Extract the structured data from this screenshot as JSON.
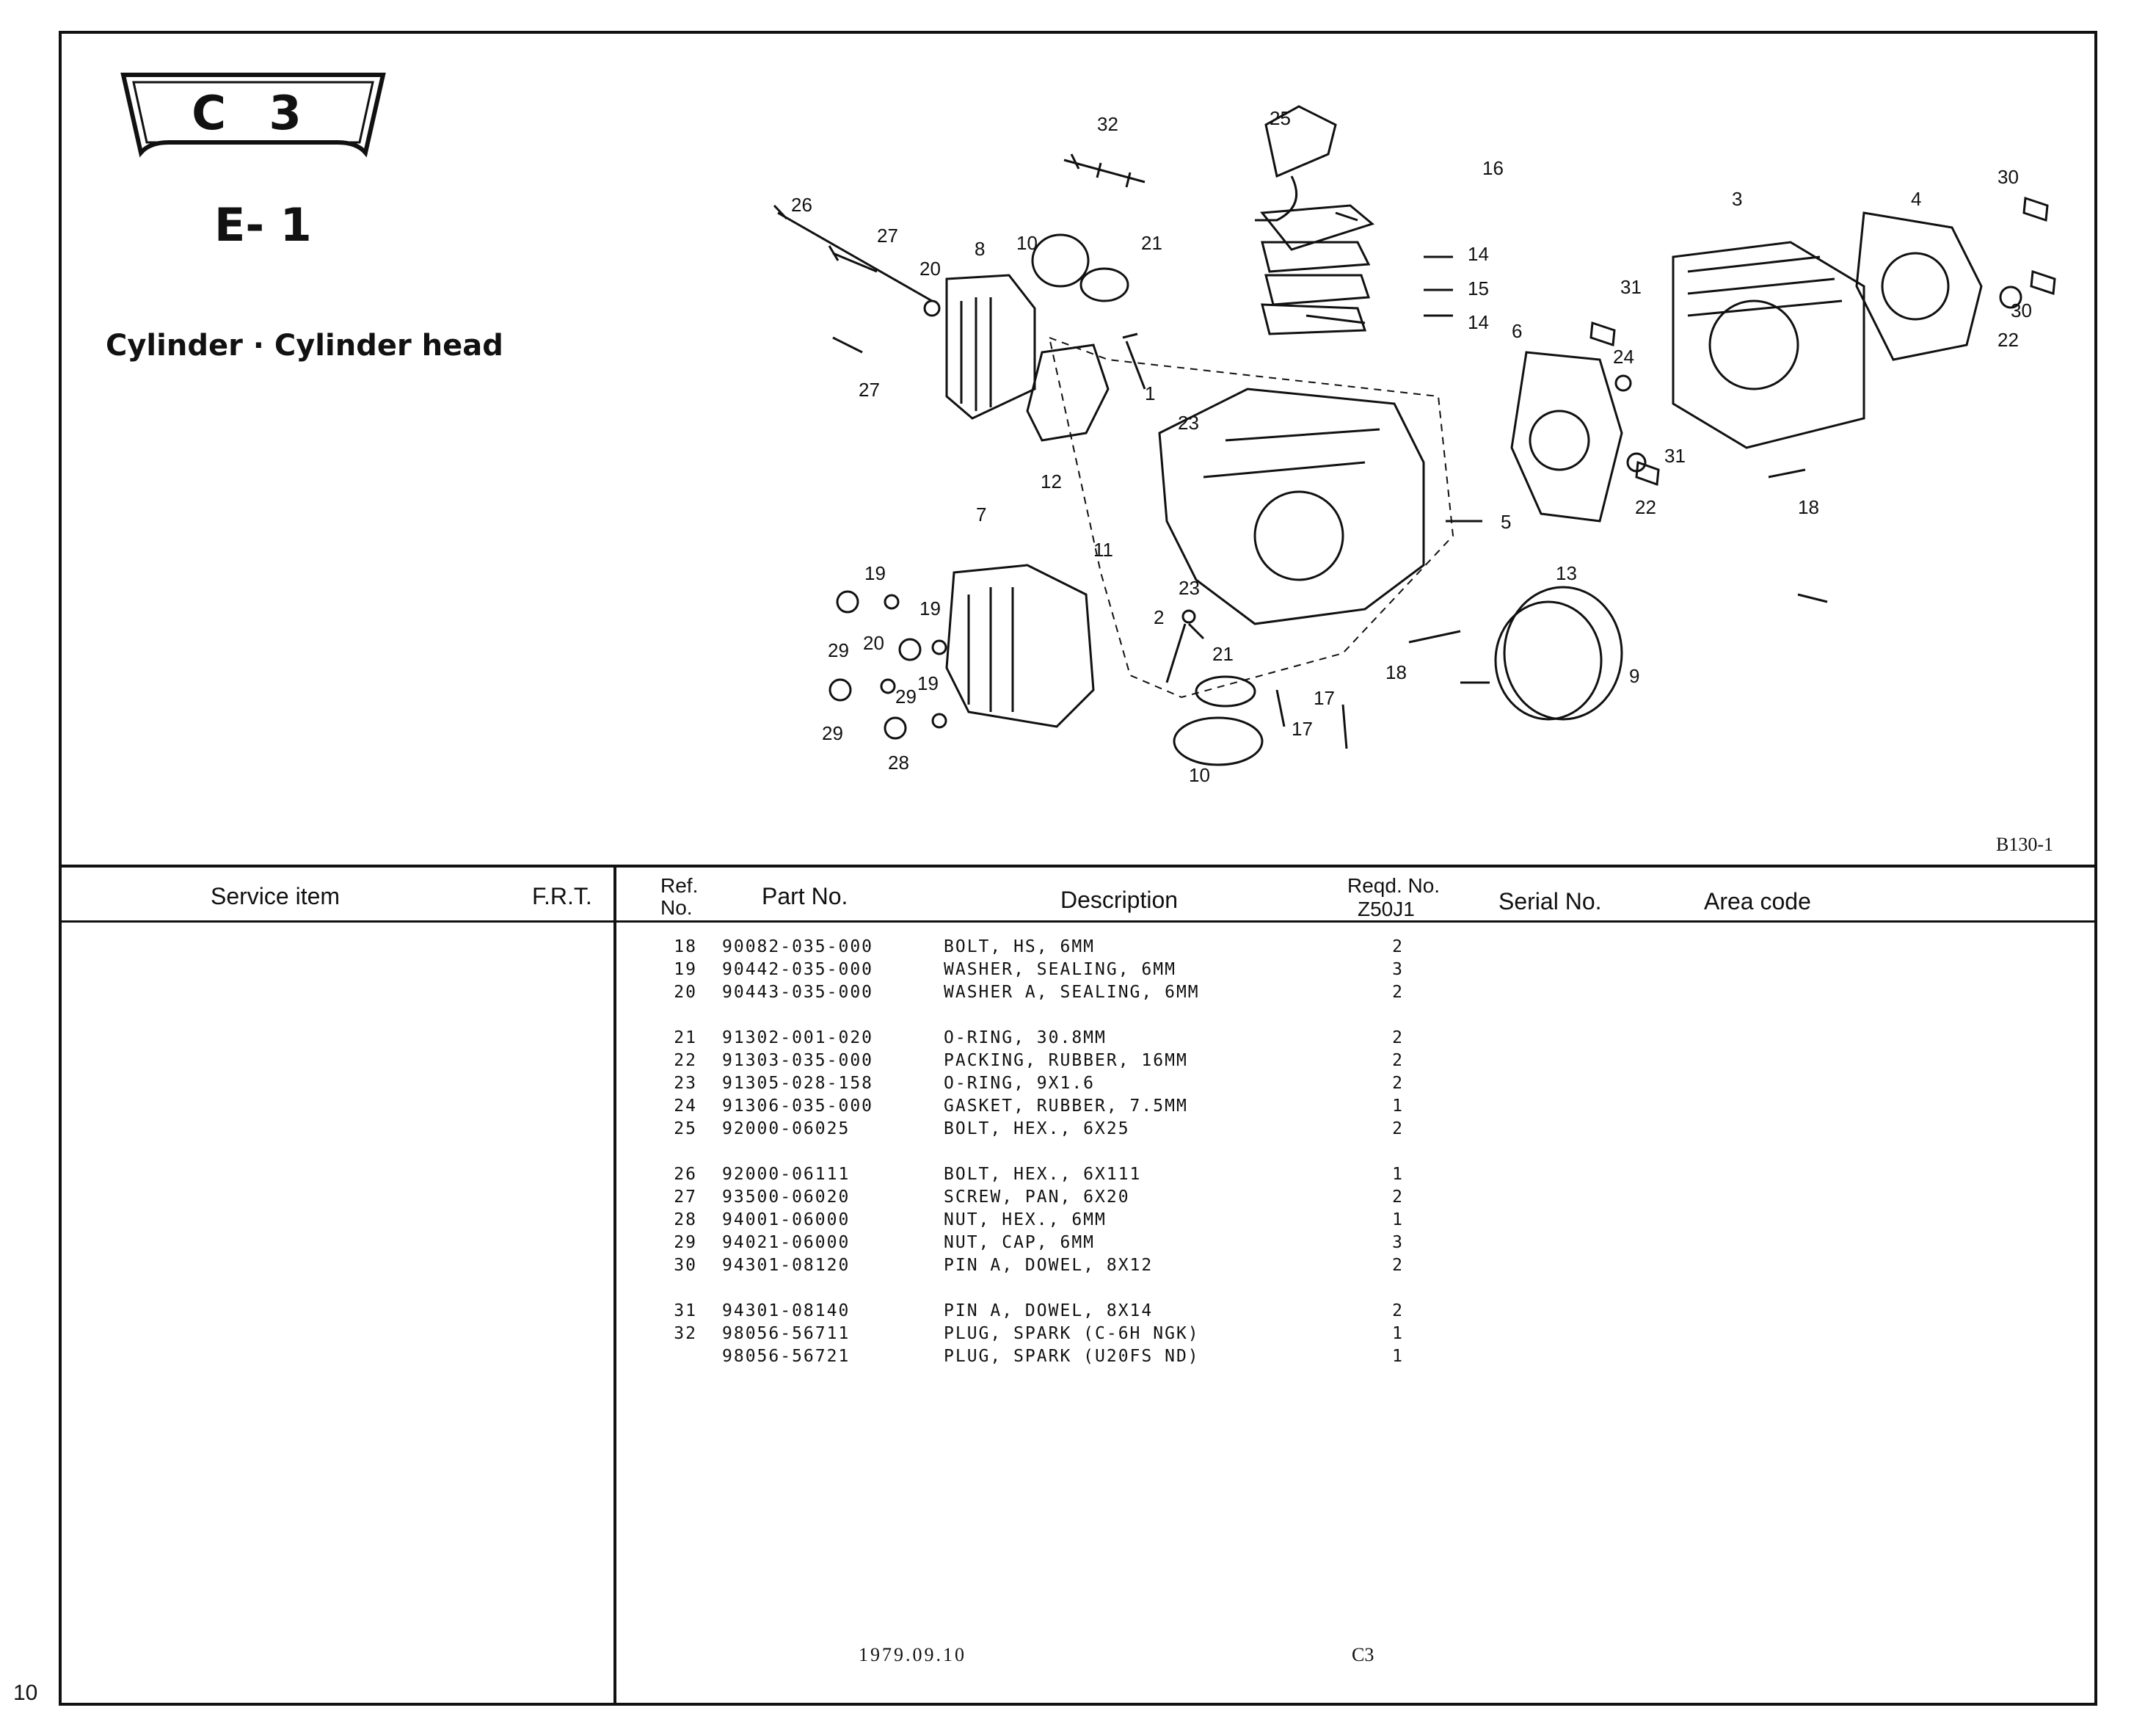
{
  "badge": {
    "text": "C 3"
  },
  "section": {
    "code": "E- 1",
    "title": "Cylinder · Cylinder head"
  },
  "figure": {
    "code": "B130-1",
    "callouts": [
      "32",
      "25",
      "16",
      "30",
      "3",
      "4",
      "26",
      "27",
      "20",
      "8",
      "10",
      "21",
      "14",
      "15",
      "14",
      "31",
      "6",
      "24",
      "30",
      "22",
      "1",
      "23",
      "27",
      "12",
      "5",
      "22",
      "31",
      "18",
      "7",
      "11",
      "13",
      "19",
      "23",
      "19",
      "2",
      "21",
      "9",
      "29",
      "20",
      "18",
      "29",
      "19",
      "17",
      "17",
      "29",
      "28",
      "10"
    ]
  },
  "table": {
    "headers": {
      "service_item": "Service item",
      "frt": "F.R.T.",
      "ref_no": "Ref.\nNo.",
      "part_no": "Part No.",
      "description": "Description",
      "reqd_no": "Reqd. No.",
      "model": "Z50J1",
      "serial_no": "Serial No.",
      "area_code": "Area code"
    },
    "rows": [
      {
        "ref": "18",
        "part": "90082-035-000",
        "desc": "BOLT, HS, 6MM",
        "qty": "2"
      },
      {
        "ref": "19",
        "part": "90442-035-000",
        "desc": "WASHER, SEALING, 6MM",
        "qty": "3"
      },
      {
        "ref": "20",
        "part": "90443-035-000",
        "desc": "WASHER A, SEALING, 6MM",
        "qty": "2"
      },
      {
        "ref": "21",
        "part": "91302-001-020",
        "desc": "O-RING, 30.8MM",
        "qty": "2",
        "gap": true
      },
      {
        "ref": "22",
        "part": "91303-035-000",
        "desc": "PACKING, RUBBER, 16MM",
        "qty": "2"
      },
      {
        "ref": "23",
        "part": "91305-028-158",
        "desc": "O-RING, 9X1.6",
        "qty": "2"
      },
      {
        "ref": "24",
        "part": "91306-035-000",
        "desc": "GASKET, RUBBER, 7.5MM",
        "qty": "1"
      },
      {
        "ref": "25",
        "part": "92000-06025",
        "desc": "BOLT, HEX., 6X25",
        "qty": "2"
      },
      {
        "ref": "26",
        "part": "92000-06111",
        "desc": "BOLT, HEX., 6X111",
        "qty": "1",
        "gap": true
      },
      {
        "ref": "27",
        "part": "93500-06020",
        "desc": "SCREW, PAN, 6X20",
        "qty": "2"
      },
      {
        "ref": "28",
        "part": "94001-06000",
        "desc": "NUT, HEX., 6MM",
        "qty": "1"
      },
      {
        "ref": "29",
        "part": "94021-06000",
        "desc": "NUT, CAP, 6MM",
        "qty": "3"
      },
      {
        "ref": "30",
        "part": "94301-08120",
        "desc": "PIN A, DOWEL, 8X12",
        "qty": "2"
      },
      {
        "ref": "31",
        "part": "94301-08140",
        "desc": "PIN A, DOWEL, 8X14",
        "qty": "2",
        "gap": true
      },
      {
        "ref": "32",
        "part": "98056-56711",
        "desc": "PLUG, SPARK (C-6H NGK)",
        "qty": "1"
      },
      {
        "ref": "",
        "part": "98056-56721",
        "desc": "PLUG, SPARK (U20FS ND)",
        "qty": "1"
      }
    ]
  },
  "footer": {
    "date": "1979.09.10",
    "code": "C3",
    "page_number": "10"
  }
}
